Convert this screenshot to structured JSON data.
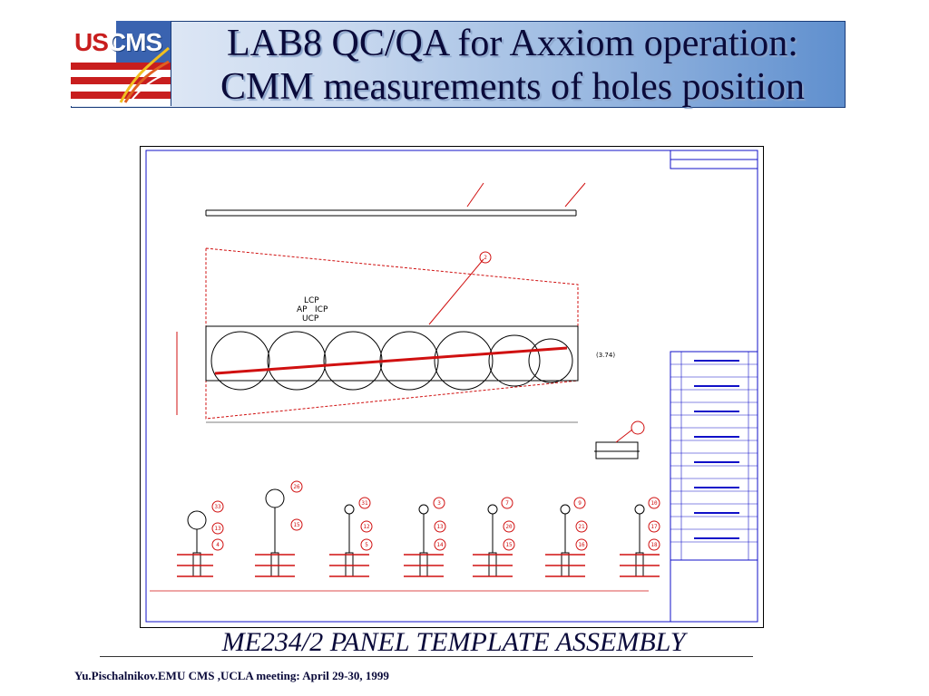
{
  "header": {
    "logo_us": "US",
    "logo_cms": "CMS",
    "title_line1": "LAB8 QC/QA for Axxiom operation:",
    "title_line2": "CMM measurements of holes position"
  },
  "drawing": {
    "labels": {
      "lcp": "LCP",
      "ap": "AP",
      "icp": "ICP",
      "ucp": "UCP",
      "dim": "(3.74)",
      "balloon_2": "2"
    },
    "balloons": [
      "33",
      "13",
      "4",
      "26",
      "15",
      "31",
      "12",
      "5",
      "3",
      "13",
      "14",
      "7",
      "20",
      "15",
      "9",
      "21",
      "16",
      "10",
      "17",
      "18"
    ]
  },
  "caption": "ME234/2 PANEL TEMPLATE ASSEMBLY",
  "footer": "Yu.Pischalnikov.EMU CMS ,UCLA meeting:  April 29-30, 1999",
  "colors": {
    "drawing_red": "#d01010",
    "drawing_blue": "#1010c8",
    "title_ink": "#0a0a3a"
  }
}
